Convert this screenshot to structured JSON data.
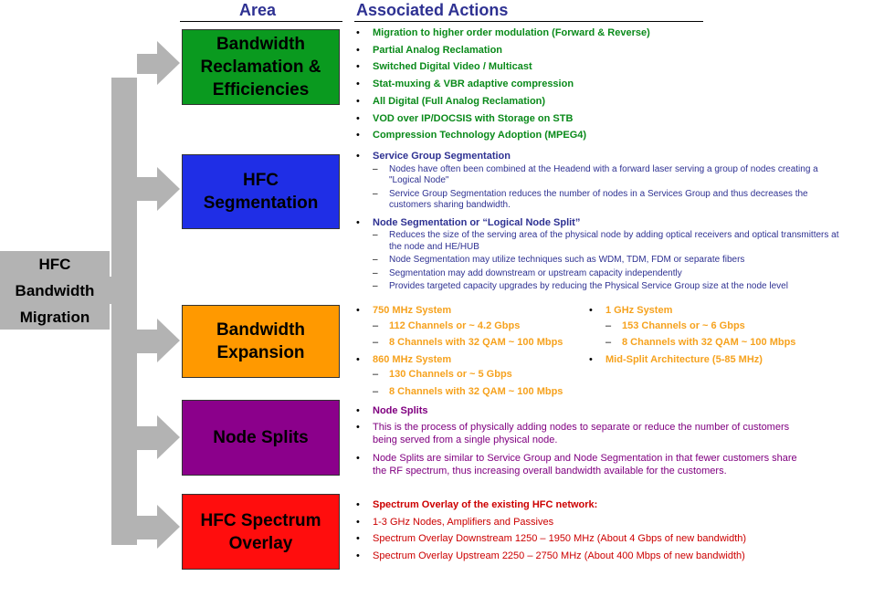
{
  "headers": {
    "area": "Area",
    "actions": "Associated Actions"
  },
  "source": {
    "label": "HFC\nBandwidth\nMigration"
  },
  "colors": {
    "arrow": "#b3b3b3",
    "green": "#0a9a1f",
    "blue": "#1f2ee6",
    "orange": "#ff9900",
    "purple": "#8b008b",
    "red": "#ff0d0d",
    "darkgreen_text": "#0a8a1a",
    "blue_text": "#2e3192",
    "orange_text": "#f6a21e",
    "purple_text": "#800080",
    "red_text": "#cc0000"
  },
  "areas": [
    {
      "label": "Bandwidth\nReclamation &\nEfficiencies"
    },
    {
      "label": "HFC\nSegmentation"
    },
    {
      "label": "Bandwidth\nExpansion"
    },
    {
      "label": "Node Splits"
    },
    {
      "label": "HFC Spectrum\nOverlay"
    }
  ],
  "reclamation": [
    "Migration to higher order modulation (Forward & Reverse)",
    "Partial Analog Reclamation",
    "Switched Digital Video / Multicast",
    "Stat-muxing & VBR adaptive compression",
    "All Digital (Full Analog Reclamation)",
    "VOD over IP/DOCSIS with Storage on STB",
    "Compression Technology Adoption (MPEG4)"
  ],
  "segmentation": [
    {
      "title": "Service Group Segmentation",
      "subs": [
        "Nodes have often been combined at the Headend with a forward laser serving a group of nodes creating a \"Logical Node\"",
        "Service Group Segmentation reduces the number of nodes in a Services Group and thus decreases the customers sharing bandwidth."
      ]
    },
    {
      "title": "Node Segmentation or “Logical Node Split”",
      "subs": [
        "Reduces the size of the serving area of the physical node by adding optical receivers and optical transmitters at the node and HE/HUB",
        "Node Segmentation may utilize techniques such as WDM, TDM, FDM or separate fibers",
        "Segmentation may add downstream or upstream capacity independently",
        "Provides targeted capacity upgrades by reducing the Physical Service Group size at the node level"
      ]
    }
  ],
  "expansion": {
    "left": [
      {
        "title": "750 MHz System",
        "subs": [
          "112 Channels or ~ 4.2 Gbps",
          "8 Channels with 32 QAM ~ 100 Mbps"
        ]
      },
      {
        "title": "860 MHz System",
        "subs": [
          "130 Channels or ~ 5 Gbps",
          "8 Channels with 32 QAM ~ 100 Mbps"
        ]
      }
    ],
    "right": [
      {
        "title": "1 GHz System",
        "subs": [
          "153 Channels or ~ 6 Gbps",
          "8 Channels with 32 QAM ~ 100 Mbps"
        ]
      },
      {
        "title": "Mid-Split Architecture (5-85 MHz)",
        "subs": []
      }
    ]
  },
  "node_splits": [
    {
      "text": "Node Splits",
      "bold": true
    },
    {
      "text": "This is the process of physically adding nodes to separate or reduce the number of customers being served from a single physical node.",
      "bold": false
    },
    {
      "text": "Node Splits are similar to Service Group and Node Segmentation in that fewer customers share the RF spectrum, thus increasing overall bandwidth available for the customers.",
      "bold": false
    }
  ],
  "overlay": [
    {
      "text": "Spectrum Overlay of the existing HFC network:",
      "bold": true
    },
    {
      "text": "1-3 GHz Nodes, Amplifiers and Passives",
      "bold": false
    },
    {
      "text": "Spectrum Overlay Downstream 1250 – 1950 MHz (About 4 Gbps of new bandwidth)",
      "bold": false
    },
    {
      "text": "Spectrum Overlay Upstream 2250 – 2750 MHz (About 400 Mbps of new bandwidth)",
      "bold": false
    }
  ]
}
